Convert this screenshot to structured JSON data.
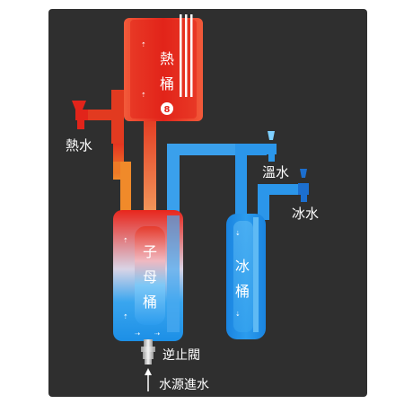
{
  "diagram": {
    "hot_tank": "熱桶",
    "mother_tank": "子母桶",
    "cold_tank": "冰桶",
    "hot_water": "熱水",
    "warm_water": "溫水",
    "ice_water": "冰水",
    "check_valve": "逆止閥",
    "water_inlet": "水源進水"
  },
  "colors": {
    "panel": "#2f2f2f",
    "hot": "#e2241a",
    "hot_light": "#f04a2a",
    "orange_pipe": "#ea6a1e",
    "cold": "#1c8fe6",
    "cold_light": "#49b4f2",
    "label": "#ffffff",
    "dark_label": "#222222"
  }
}
